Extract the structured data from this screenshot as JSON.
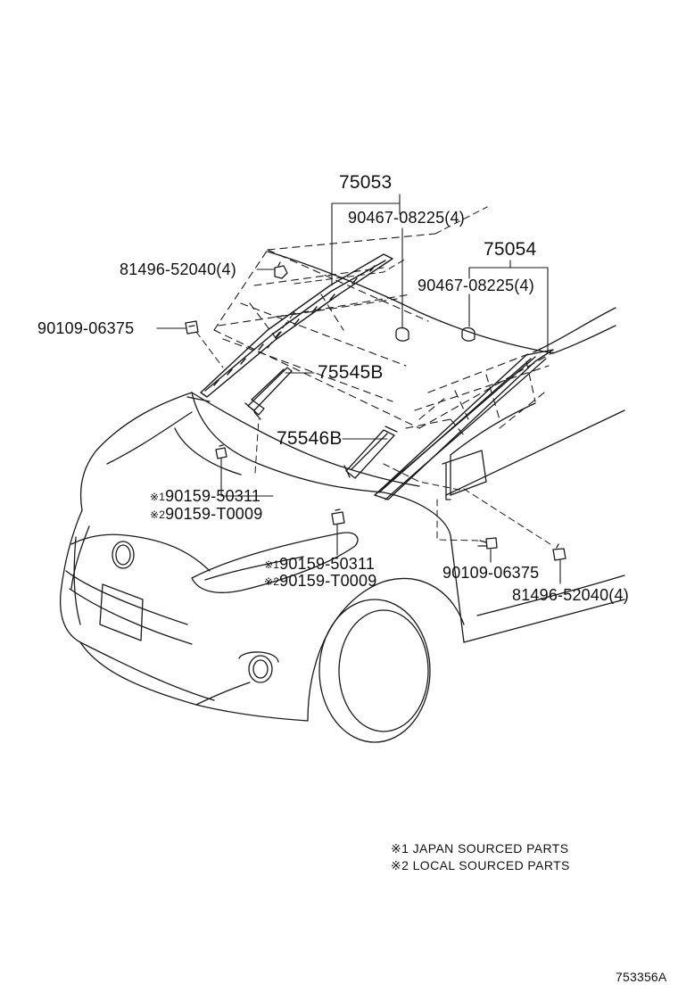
{
  "parts": {
    "p75053": "75053",
    "p75054": "75054",
    "p75545b": "75545B",
    "p75546b": "75546B",
    "clip_top_1": "90467-08225(4)",
    "clip_top_2": "90467-08225(4)",
    "clip_left": "81496-52040(4)",
    "clip_right": "81496-52040(4)",
    "screw_left": "90109-06375",
    "screw_right": "90109-06375"
  },
  "callouts": {
    "a_mark1": "※1",
    "a_num1": "90159-50311",
    "a_mark2": "※2",
    "a_num2": "90159-T0009",
    "b_mark1": "※1",
    "b_num1": "90159-50311",
    "b_mark2": "※2",
    "b_num2": "90159-T0009"
  },
  "notes": {
    "note1": "※1  JAPAN SOURCED PARTS",
    "note2": "※2  LOCAL SOURCED PARTS"
  },
  "figure_ref": "753356A"
}
